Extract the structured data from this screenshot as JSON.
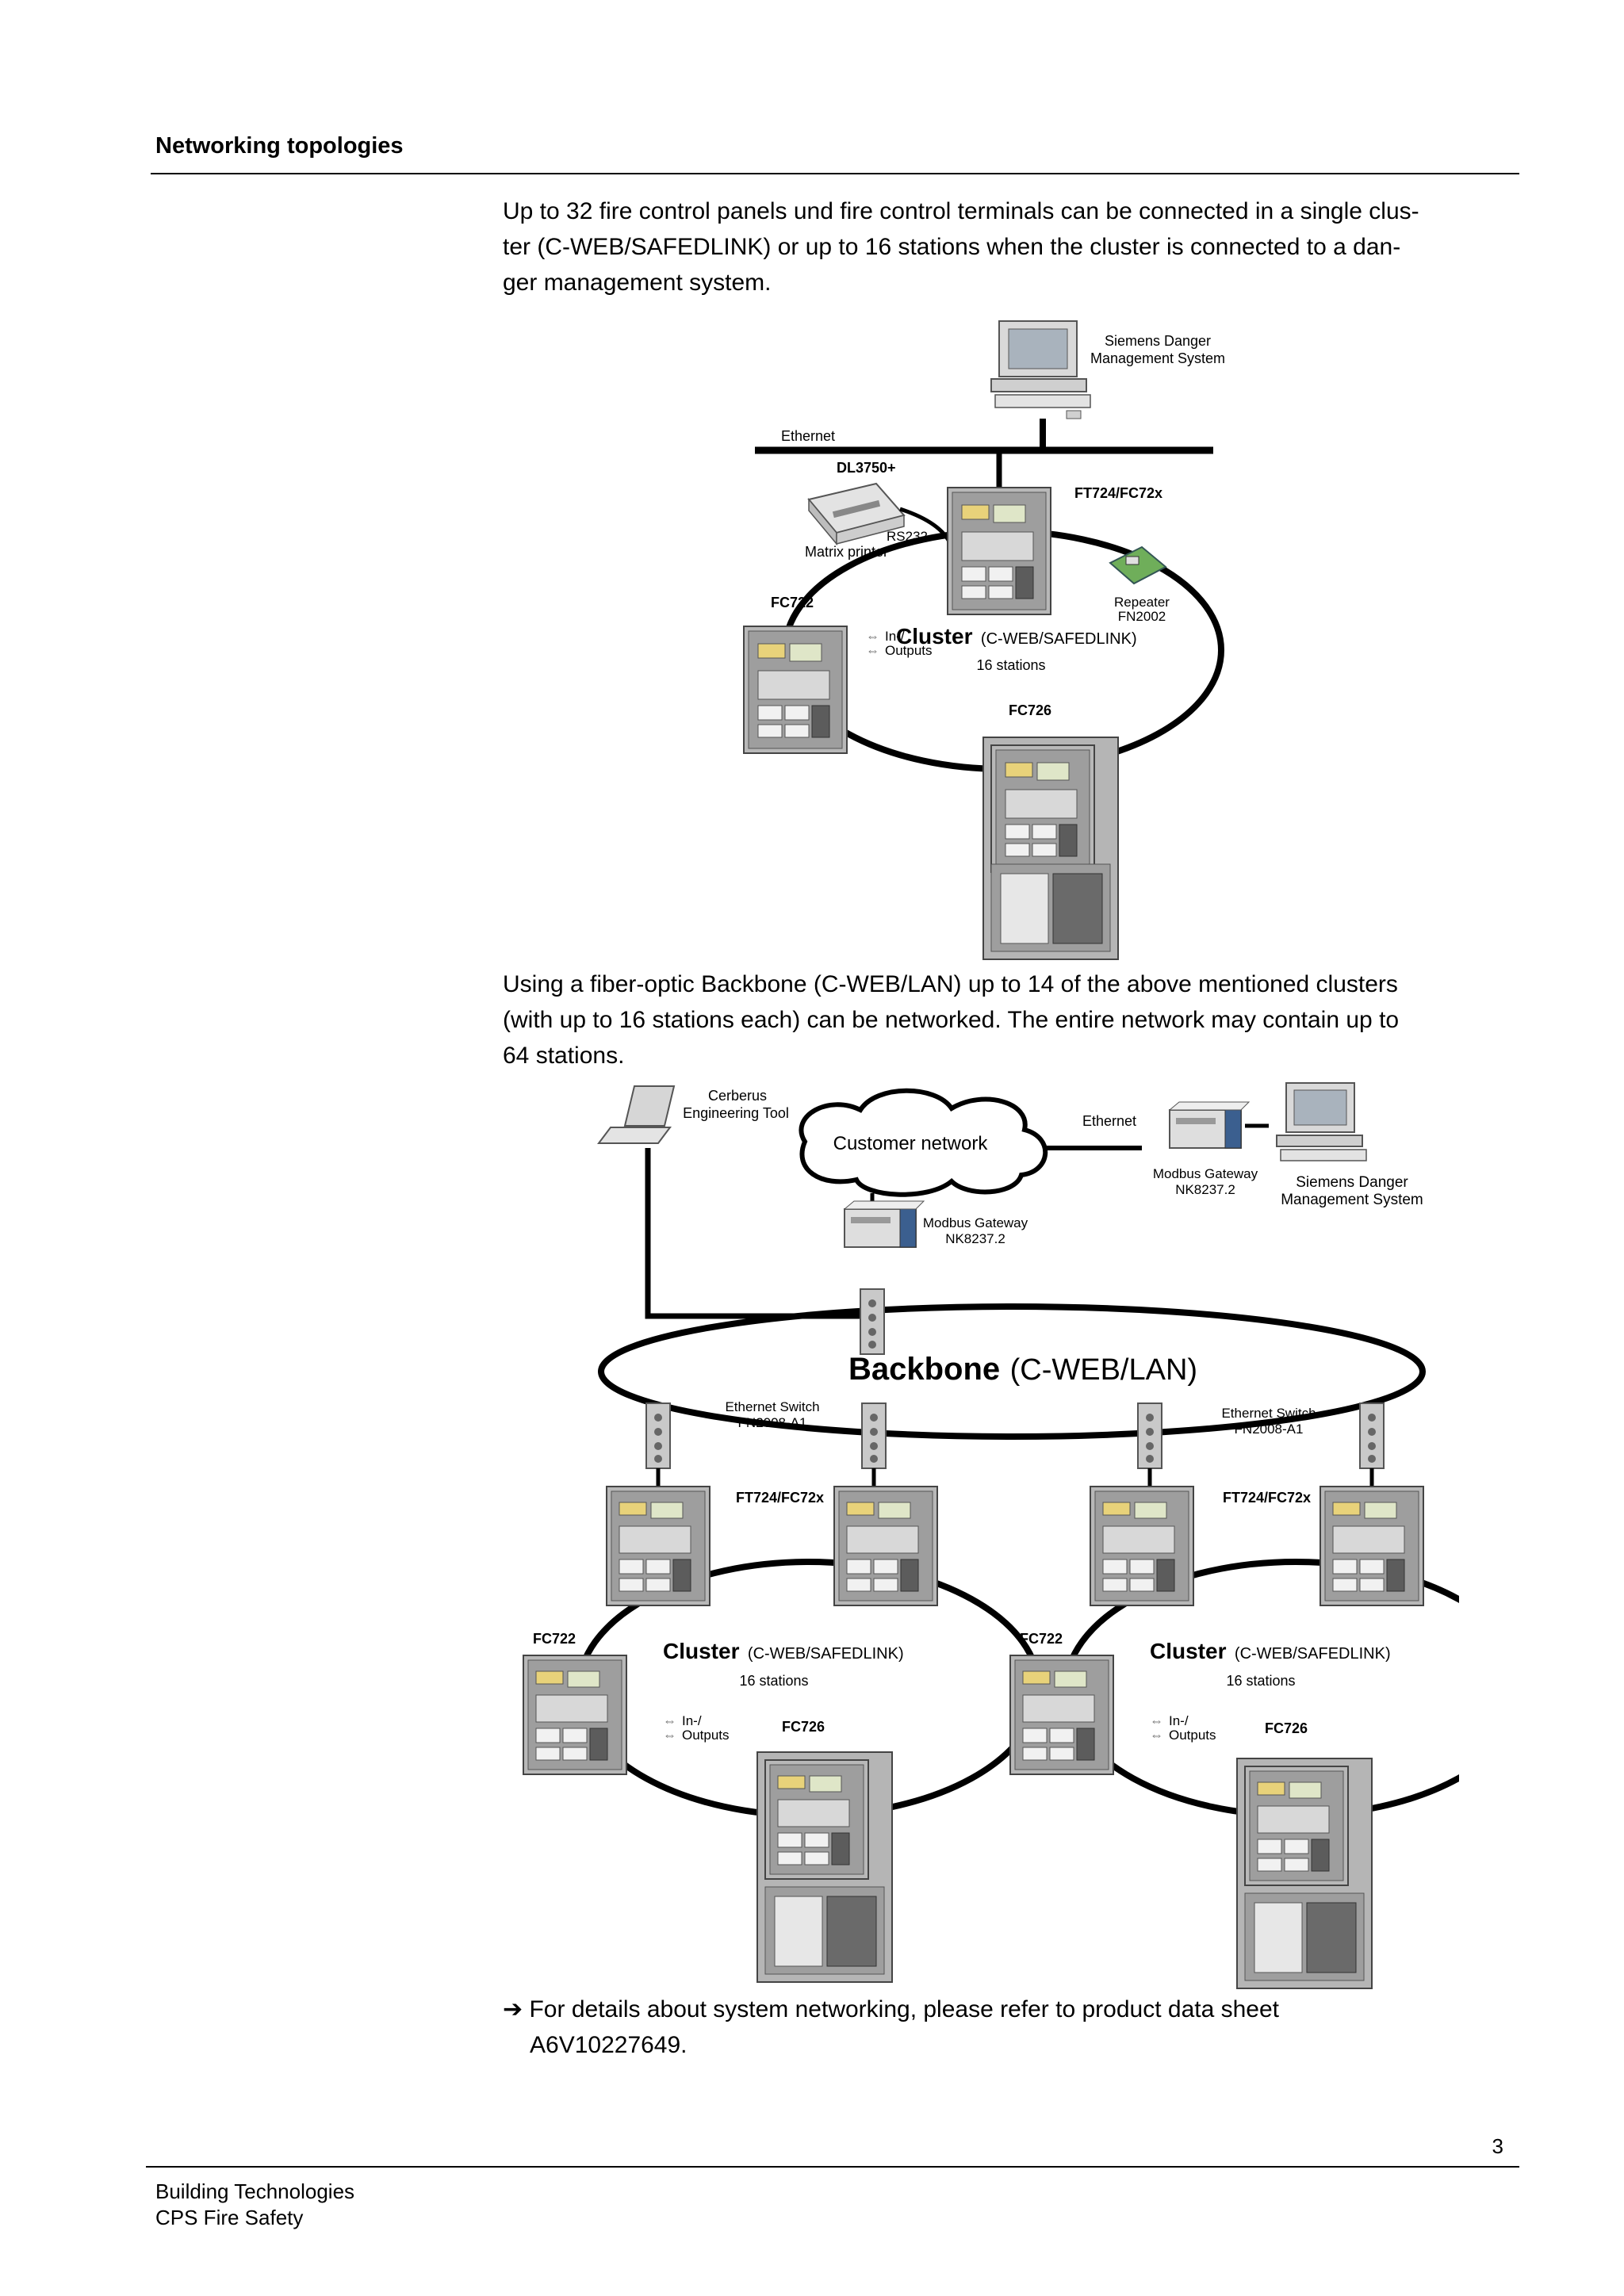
{
  "heading": "Networking topologies",
  "intro_lines": [
    "Up to 32 fire control panels und fire control terminals can be connected in a single clus-",
    "ter (C-WEB/SAFEDLINK) or up to 16 stations when the cluster is connected to a dan-",
    "ger management system."
  ],
  "diagram1": {
    "dms_label_1": "Siemens Danger",
    "dms_label_2": "Management System",
    "ethernet": "Ethernet",
    "printer_model": "DL3750+",
    "rs232": "RS232",
    "printer_label": "Matrix printer",
    "terminal": "FT724/FC72x",
    "repeater_1": "Repeater",
    "repeater_2": "FN2002",
    "fc722": "FC722",
    "cluster_bold": "Cluster",
    "cluster_sub": "(C-WEB/SAFEDLINK)",
    "stations": "16 stations",
    "io_1": "In-/",
    "io_2": "Outputs",
    "fc726": "FC726"
  },
  "middle_lines": [
    "Using a fiber-optic Backbone (C-WEB/LAN) up to 14 of the above mentioned clusters",
    "(with up to 16 stations each) can be networked. The entire network may contain up to",
    "64 stations."
  ],
  "diagram2": {
    "tool_1": "Cerberus",
    "tool_2": "Engineering Tool",
    "customer_network": "Customer network",
    "ethernet": "Ethernet",
    "gw_1": "Modbus Gateway",
    "gw_2": "NK8237.2",
    "dms_1": "Siemens Danger",
    "dms_2": "Management System",
    "backbone_bold": "Backbone",
    "backbone_sub": "(C-WEB/LAN)",
    "switch_1": "Ethernet Switch",
    "switch_2": "FN2008-A1",
    "terminal": "FT724/FC72x",
    "fc722": "FC722",
    "cluster_bold": "Cluster",
    "cluster_sub": "(C-WEB/SAFEDLINK)",
    "stations": "16 stations",
    "io_1": "In-/",
    "io_2": "Outputs",
    "fc726": "FC726"
  },
  "reference": {
    "arrow": "➔",
    "line1": "For details about system networking, please refer to product data sheet",
    "line2": "A6V10227649."
  },
  "page_number": "3",
  "footer": {
    "line1": "Building Technologies",
    "line2": "CPS Fire Safety"
  }
}
